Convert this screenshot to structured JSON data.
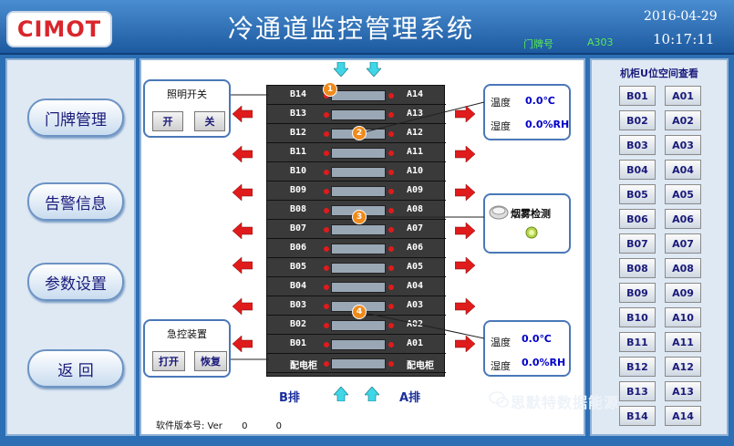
{
  "header": {
    "logo": "CIMOT",
    "title": "冷通道监控管理系统",
    "plate_label": "门牌号",
    "plate_value": "A303",
    "date": "2016-04-29",
    "time": "10:17:11"
  },
  "nav": [
    {
      "label": "门牌管理"
    },
    {
      "label": "告警信息"
    },
    {
      "label": "参数设置"
    },
    {
      "label": "返  回"
    }
  ],
  "lighting": {
    "title": "照明开关",
    "on": "开",
    "off": "关"
  },
  "emergency": {
    "title": "急控装置",
    "open": "打开",
    "restore": "恢复"
  },
  "env1": {
    "temp_label": "温度",
    "temp_value": "0.0℃",
    "hum_label": "湿度",
    "hum_value": "0.0%RH"
  },
  "env2": {
    "temp_label": "温度",
    "temp_value": "0.0℃",
    "hum_label": "湿度",
    "hum_value": "0.0%RH"
  },
  "smoke": {
    "label": "烟雾检测"
  },
  "rack": {
    "b_rows": [
      "B14",
      "B13",
      "B12",
      "B11",
      "B10",
      "B09",
      "B08",
      "B07",
      "B06",
      "B05",
      "B04",
      "B03",
      "B02",
      "B01",
      "配电柜"
    ],
    "a_rows": [
      "A14",
      "A13",
      "A12",
      "A11",
      "A10",
      "A09",
      "A08",
      "A07",
      "A06",
      "A05",
      "A04",
      "A03",
      "A02",
      "A01",
      "配电柜"
    ],
    "badges": [
      "1",
      "2",
      "3",
      "4"
    ],
    "b_side": "B排",
    "a_side": "A排"
  },
  "version": {
    "label": "软件版本号: Ver",
    "v1": "0",
    "v2": "0"
  },
  "position_panel": {
    "title": "机柜U位空间查看",
    "items": [
      [
        "B01",
        "A01"
      ],
      [
        "B02",
        "A02"
      ],
      [
        "B03",
        "A03"
      ],
      [
        "B04",
        "A04"
      ],
      [
        "B05",
        "A05"
      ],
      [
        "B06",
        "A06"
      ],
      [
        "B07",
        "A07"
      ],
      [
        "B08",
        "A08"
      ],
      [
        "B09",
        "A09"
      ],
      [
        "B10",
        "A10"
      ],
      [
        "B11",
        "A11"
      ],
      [
        "B12",
        "A12"
      ],
      [
        "B13",
        "A13"
      ],
      [
        "B14",
        "A14"
      ]
    ]
  },
  "watermark": "思默特数据能源",
  "colors": {
    "accent": "#2c6fb4",
    "arrow_red": "#e01b1b",
    "arrow_cyan": "#3fd6e8",
    "value_blue": "#0000c8",
    "plate_green": "#58e858"
  }
}
